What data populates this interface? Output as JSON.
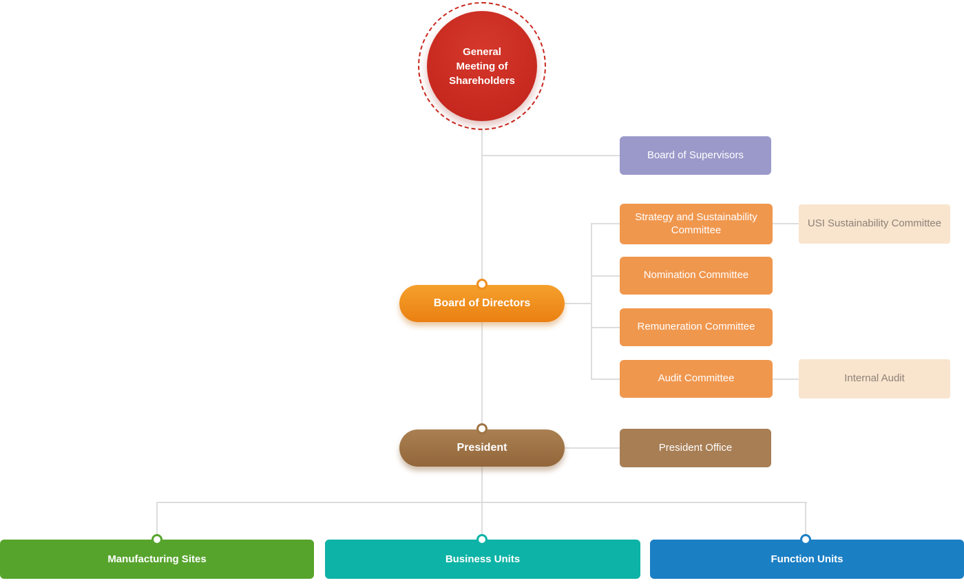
{
  "chart": {
    "type": "org-chart",
    "root": {
      "label": "General Meeting of Shareholders",
      "color": "#c9281e"
    },
    "board_of_supervisors": {
      "label": "Board of Supervisors",
      "color": "#9a99c9"
    },
    "board_of_directors": {
      "label": "Board of Directors",
      "color": "#ef8e1f"
    },
    "committees": [
      {
        "label": "Strategy and Sustainability Committee"
      },
      {
        "label": "Nomination Committee"
      },
      {
        "label": "Remuneration Committee"
      },
      {
        "label": "Audit Committee"
      }
    ],
    "committee_color": "#f0974e",
    "sub_units": [
      {
        "label": "USI Sustainability Committee",
        "attached_to": "Strategy and Sustainability Committee"
      },
      {
        "label": "Internal Audit",
        "attached_to": "Audit Committee"
      }
    ],
    "sub_unit_color": "#f9e4ce",
    "president": {
      "label": "President",
      "color": "#9e7445"
    },
    "president_office": {
      "label": "President Office",
      "color": "#a87e55"
    },
    "bottom_units": [
      {
        "label": "Manufacturing Sites",
        "color": "#57a42d"
      },
      {
        "label": "Business Units",
        "color": "#0db3a6"
      },
      {
        "label": "Function Units",
        "color": "#1b7fc4"
      }
    ],
    "connector_color": "#dddddd"
  }
}
